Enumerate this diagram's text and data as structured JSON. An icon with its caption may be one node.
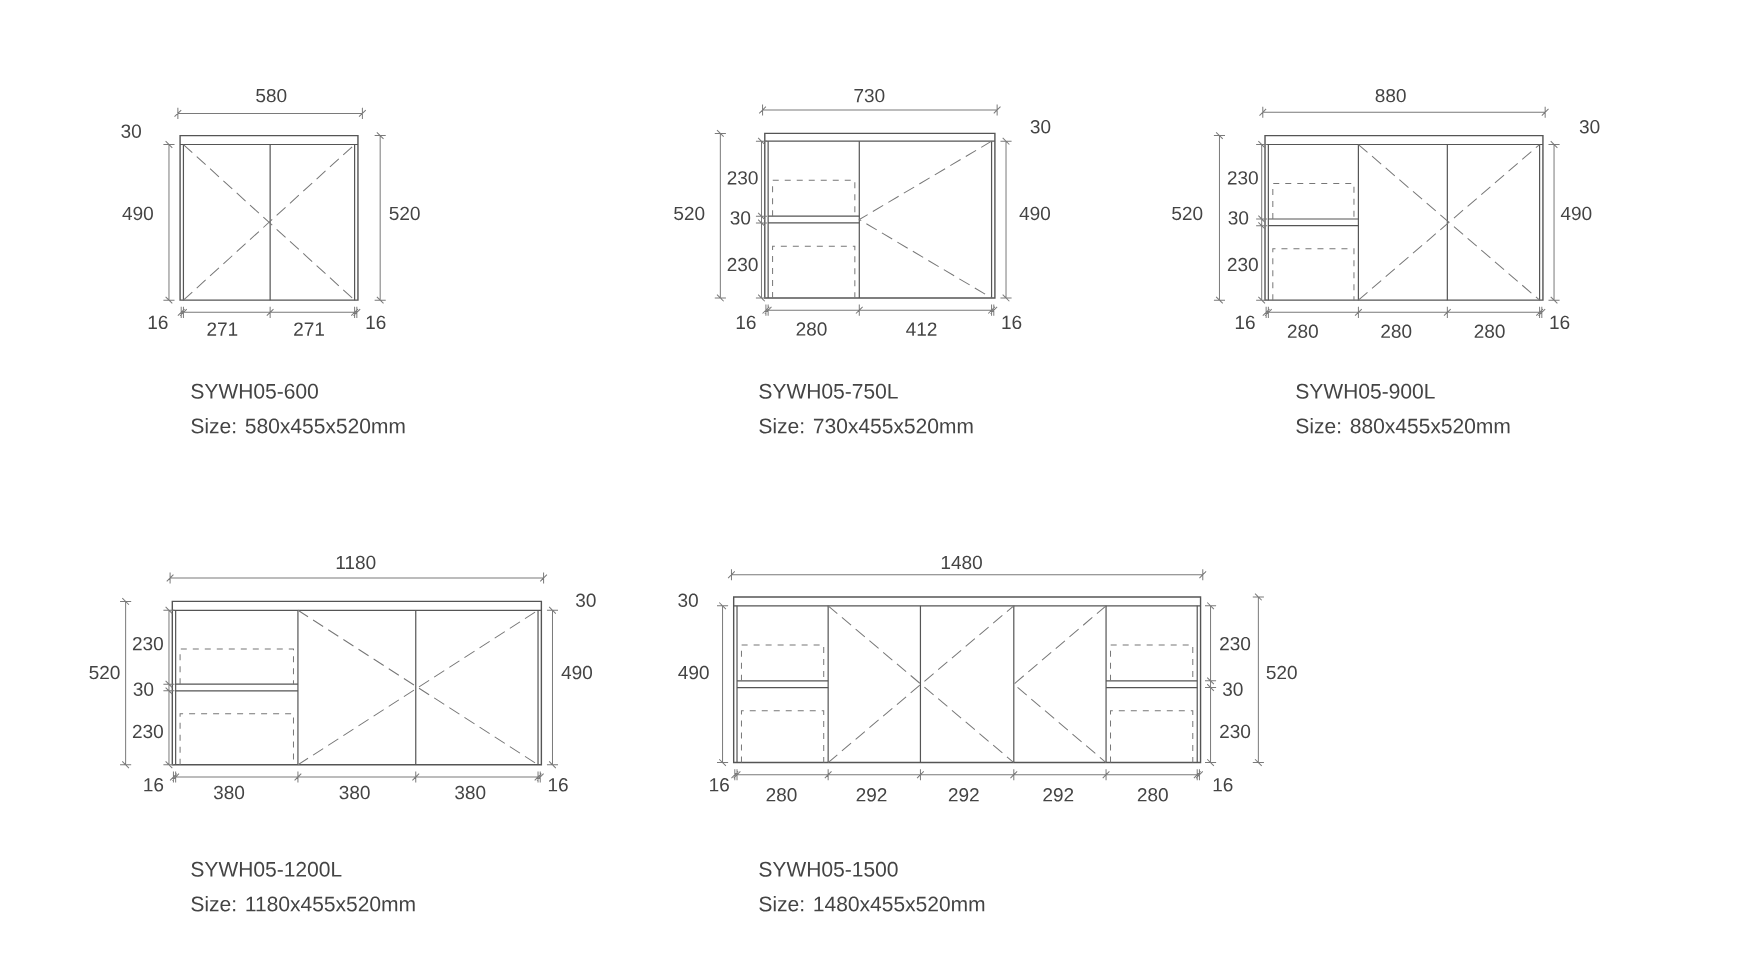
{
  "diagram": {
    "labels": [
      "580",
      "30",
      "490",
      "520",
      "16",
      "271",
      "271",
      "16",
      "SYWH05-600",
      "Size: 580x455x520mm",
      "730",
      "30",
      "230",
      "520",
      "30",
      "490",
      "230",
      "16",
      "280",
      "412",
      "16",
      "SYWH05-750L",
      "Size: 730x455x520mm",
      "880",
      "30",
      "230",
      "520",
      "30",
      "490",
      "230",
      "16",
      "280",
      "280",
      "280",
      "16",
      "SYWH05-900L",
      "Size: 880x455x520mm",
      "1180",
      "30",
      "230",
      "520",
      "30",
      "490",
      "230",
      "16",
      "380",
      "380",
      "380",
      "16",
      "SYWH05-1200L",
      "Size: 1180x455x520mm",
      "1480",
      "30",
      "490",
      "230",
      "520",
      "30",
      "230",
      "16",
      "280",
      "292",
      "292",
      "292",
      "280",
      "16",
      "SYWH05-1500",
      "Size: 1480x455x520mm"
    ]
  }
}
